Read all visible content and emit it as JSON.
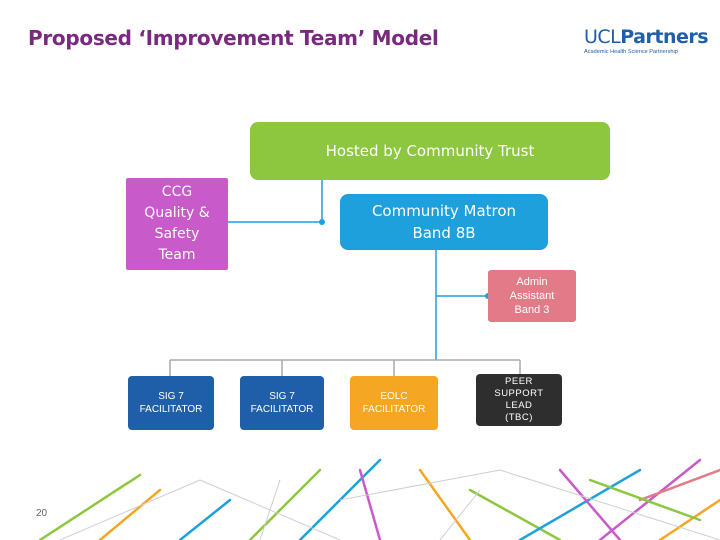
{
  "header": {
    "title": "Proposed ‘Improvement Team’ Model",
    "logo_main_prefix": "UCL",
    "logo_main_suffix": "Partners",
    "logo_sub": "Academic Health Science Partnership"
  },
  "chart": {
    "hosted": "Hosted by Community Trust",
    "ccg": "CCG\nQuality &\nSafety\nTeam",
    "matron": "Community Matron\nBand 8B",
    "admin": "Admin\nAssistant\nBand 3",
    "facilitators": [
      "SIG 7\nFACILITATOR",
      "SIG 7\nFACILITATOR",
      "EOLC\nFACILITATOR",
      "PEER\nSUPPORT\nLEAD\n(TBC)"
    ]
  },
  "footer": {
    "page_number": "20"
  },
  "colors": {
    "title": "#7a2a7e",
    "hosted": "#8dc63f",
    "ccg": "#c95ac9",
    "matron": "#1ea0dd",
    "admin": "#e37a87",
    "sig": "#1f5ea8",
    "eolc": "#f5a623",
    "peer": "#2e2e2e",
    "connector": "#1ea0dd"
  }
}
